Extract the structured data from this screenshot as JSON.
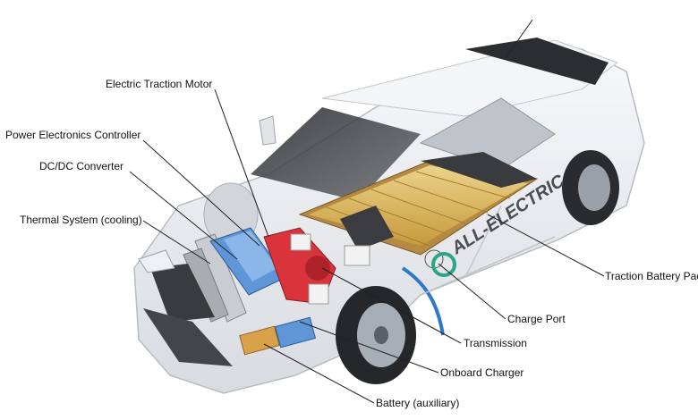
{
  "labels": {
    "motor": "Electric Traction Motor",
    "power_electronics": "Power Electronics Controller",
    "dcdc": "DC/DC Converter",
    "thermal": "Thermal System (cooling)",
    "traction_battery": "Traction Battery Pack",
    "charge_port": "Charge Port",
    "transmission": "Transmission",
    "onboard_charger": "Onboard Charger",
    "aux_battery": "Battery (auxiliary)"
  },
  "car_decal": "ALL-ELECTRIC",
  "colors": {
    "body": "#e9ebee",
    "glass": "#3a3c40",
    "battery_cells": "#d9b65c",
    "motor": "#d9343c",
    "power_electronics": "#5e96d8",
    "cable": "#2f78c9"
  }
}
